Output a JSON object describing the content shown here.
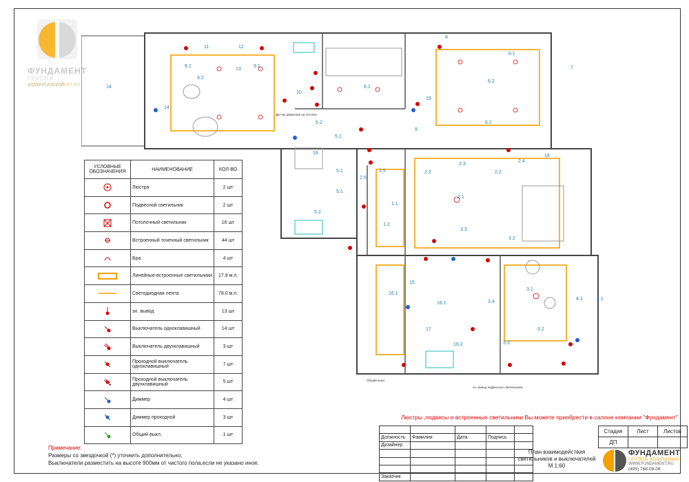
{
  "brand": {
    "name": "ФУНДАМЕНТ",
    "subtitle": "ГРУППА КОМПАНИЙ",
    "website": "WWW.FUNDAMENT.RU",
    "phone": "(495) 768-08-08",
    "colors": {
      "orange": "#f5a000",
      "grey": "#cfcfcf"
    }
  },
  "legend": {
    "headers": {
      "symbol": "УСЛОВНЫЕ ОБОЗНАЧЕНИЯ",
      "name": "НАИМЕНОВАНИЕ",
      "qty": "КОЛ-ВО"
    },
    "rows": [
      {
        "icon": "chandelier-icon",
        "name": "Люстра",
        "qty": "2 шт"
      },
      {
        "icon": "pendant-light-icon",
        "name": "Подвесной светильник",
        "qty": "2 шт"
      },
      {
        "icon": "ceiling-light-icon",
        "name": "Потолочный светильник",
        "qty": "16 шт"
      },
      {
        "icon": "spot-light-icon",
        "name": "Встроенный точечный светильник",
        "qty": "44 шт"
      },
      {
        "icon": "sconce-icon",
        "name": "Бра",
        "qty": "4 шт"
      },
      {
        "icon": "linear-light-icon",
        "name": "Линейные встроенные светильники",
        "qty": "17.8 м.п."
      },
      {
        "icon": "led-strip-icon",
        "name": "Светодиодная лента",
        "qty": "78.0 м.п."
      },
      {
        "icon": "outlet-icon",
        "name": "эл. вывод",
        "qty": "13 шт"
      },
      {
        "icon": "switch-single-icon",
        "name": "Выключатель одноклавишный",
        "qty": "14 шт"
      },
      {
        "icon": "switch-double-icon",
        "name": "Выключатель двухклавишный",
        "qty": "3 шт"
      },
      {
        "icon": "pass-switch-single-icon",
        "name": "Проходной выключатель одноклавишный",
        "qty": "7 шт"
      },
      {
        "icon": "pass-switch-double-icon",
        "name": "Проходной выключатель двухклавишный",
        "qty": "5 шт"
      },
      {
        "icon": "dimmer-icon",
        "name": "Диммер",
        "qty": "4 шт"
      },
      {
        "icon": "pass-dimmer-icon",
        "name": "Диммер проходной",
        "qty": "3 шт"
      },
      {
        "icon": "master-switch-icon",
        "name": "Общий выкл.",
        "qty": "1 шт"
      }
    ]
  },
  "notes": {
    "heading": "Примечание:",
    "lines": [
      "Размеры со звездочкой (*) уточнить дополнительно;",
      "Выключатели разместить на высоте 900мм от чистого пола,если не указано иное."
    ]
  },
  "promo": "Люстры ,подвесы и встроенные светильники Вы можете приобрести  в салоне компании \"Фундамент\"",
  "title_block": {
    "col_headers": [
      "Должность",
      "Фамилия",
      "Дата",
      "Подпись"
    ],
    "roles": [
      "Дизайнер",
      "",
      "",
      "",
      "",
      "Заказчик"
    ],
    "stage_headers": [
      "Стадия",
      "Лист",
      "Листов"
    ],
    "stage_value": "ДП",
    "drawing_title": "План взаимодействия светильников и выключателей",
    "scale": "М 1:60"
  },
  "plan": {
    "labels": [
      "11",
      "12",
      "13",
      "9.1",
      "9.2",
      "10",
      "14",
      "5.2",
      "6.1",
      "6.2",
      "7",
      "8",
      "19",
      "2.2",
      "2.3",
      "2.4",
      "2.5",
      "1.1",
      "1.2",
      "2.1",
      "3.1",
      "3.2",
      "3.3",
      "3.4",
      "4.1",
      "15",
      "16.1",
      "16.2",
      "17",
      "18",
      "5.1"
    ],
    "annotations": [
      "Датчик движения на потолке",
      "Общий выкл.",
      "эл. вывод подвесного светильника"
    ]
  }
}
